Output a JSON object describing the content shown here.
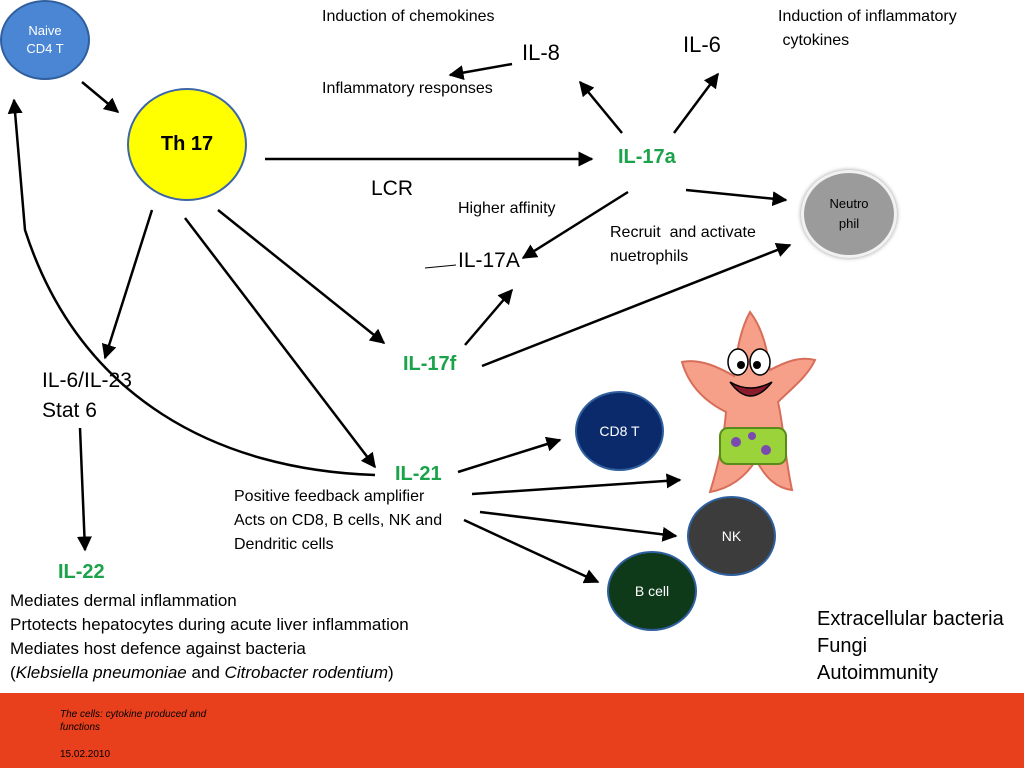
{
  "nodes": {
    "naive": "Naive\nCD4 T",
    "th17": "Th 17",
    "neutrophil": "Neutro\nphil",
    "cd8": "CD8 T",
    "nk": "NK",
    "bcell": "B cell"
  },
  "labels": {
    "il17a_green": "IL-17a",
    "il17f": "IL-17f",
    "il21": "IL-21",
    "il22": "IL-22",
    "il8": "IL-8",
    "il6": "IL-6",
    "il17A": "IL-17A",
    "lcr": "LCR",
    "higher_affinity": "Higher affinity",
    "induction_chemokines": "Induction of chemokines",
    "inflammatory_responses": "Inflammatory responses",
    "induction_inflammatory_1": "Induction of inflammatory",
    "induction_inflammatory_2": " cytokines",
    "recruit_1": "Recruit  and activate",
    "recruit_2": "nuetrophils",
    "il6_il23": "IL-6/IL-23",
    "stat6": "Stat 6"
  },
  "il21_notes": [
    "Positive feedback amplifier",
    "Acts on CD8, B cells, NK and",
    "Dendritic cells"
  ],
  "il22_notes": {
    "line1": "Mediates dermal inflammation",
    "line2": "Prtotects hepatocytes during acute liver inflammation",
    "line3": "Mediates host defence against bacteria",
    "line4_open": "(",
    "line4_species1": "Klebsiella pneumoniae",
    "line4_and": " and ",
    "line4_species2": "Citrobacter rodentium",
    "line4_close": ")"
  },
  "right_list": [
    "Extracellular bacteria",
    "Fungi",
    "Autoimmunity"
  ],
  "footer": {
    "title_line1": "The cells: cytokine produced and",
    "title_line2": "functions",
    "date": "15.02.2010"
  },
  "colors": {
    "footer": "#e8401c",
    "green_label": "#1aa34a",
    "naive": "#4a86d4",
    "th17": "#ffff00",
    "neutrophil": "#9b9b9b",
    "cd8": "#0b2a6b",
    "nk": "#3c3c3c",
    "bcell": "#0e3a1a"
  },
  "icons": [
    "patrick-star-character-icon"
  ]
}
